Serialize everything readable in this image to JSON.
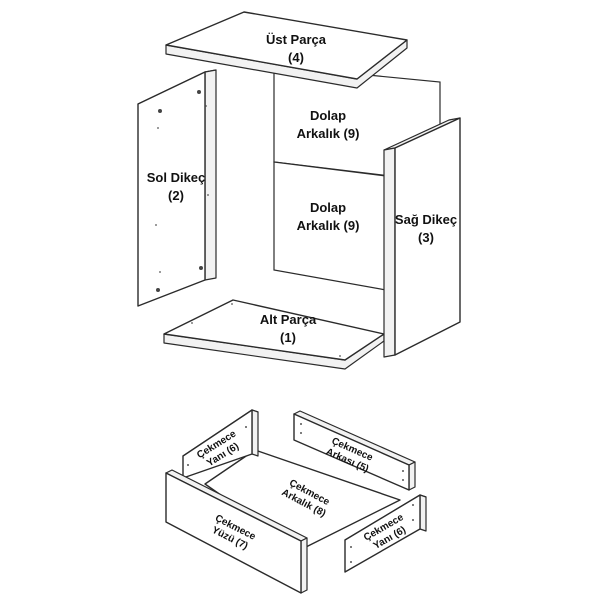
{
  "cabinet": {
    "top": {
      "name": "Üst Parça",
      "num": "(4)"
    },
    "back_upper": {
      "name": "Dolap",
      "name2": "Arkalık (9)"
    },
    "back_lower": {
      "name": "Dolap",
      "name2": "Arkalık (9)"
    },
    "left": {
      "name": "Sol Dikeç",
      "num": "(2)"
    },
    "right": {
      "name": "Sağ Dikeç",
      "num": "(3)"
    },
    "bottom": {
      "name": "Alt Parça",
      "num": "(1)"
    }
  },
  "drawer": {
    "side_left": {
      "name": "Çekmece",
      "name2": "Yanı (6)"
    },
    "back": {
      "name": "Çekmece",
      "name2": "Arkası (5)"
    },
    "bottom": {
      "name": "Çekmece",
      "name2": "Arkalık (8)"
    },
    "front": {
      "name": "Çekmece",
      "name2": "Yüzü (7)"
    },
    "side_right": {
      "name": "Çekmece",
      "name2": "Yanı (6)"
    }
  }
}
